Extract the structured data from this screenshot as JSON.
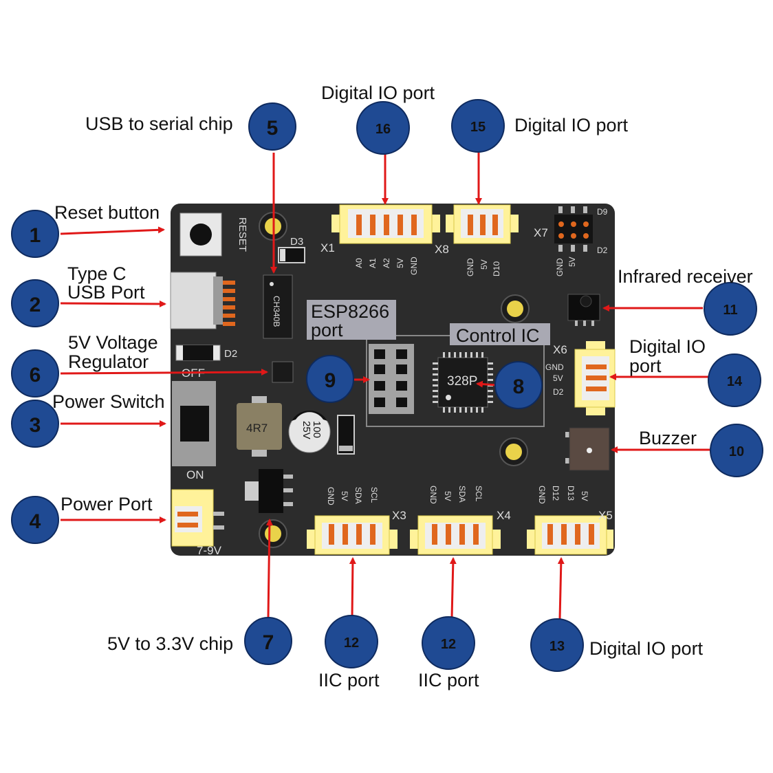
{
  "labels": {
    "reset_button": "Reset button",
    "type_c_line1": "Type C",
    "type_c_line2": "USB Port",
    "regulator_line1": "5V Voltage",
    "regulator_line2": "Regulator",
    "power_switch": "Power Switch",
    "power_port": "Power Port",
    "usb_serial": "USB to serial chip",
    "digital_io_top": "Digital IO port",
    "digital_io_15": "Digital IO port",
    "infrared": "Infrared receiver",
    "digital_io_14_line1": "Digital IO",
    "digital_io_14_line2": "port",
    "buzzer": "Buzzer",
    "chip_3v3": "5V to 3.3V chip",
    "iic_1": "IIC port",
    "iic_2": "IIC port",
    "digital_io_13": "Digital IO port",
    "esp_line1": "ESP8266",
    "esp_line2": "port",
    "control_ic": "Control IC"
  },
  "badges": {
    "b1": "1",
    "b2": "2",
    "b3": "3",
    "b4": "4",
    "b5": "5",
    "b6": "6",
    "b7": "7",
    "b8": "8",
    "b9": "9",
    "b10": "10",
    "b11": "11",
    "b12a": "12",
    "b12b": "12",
    "b13": "13",
    "b14": "14",
    "b15": "15",
    "b16": "16"
  },
  "board": {
    "reset_silk": "RESET",
    "d3": "D3",
    "d2": "D2",
    "ch340": "CH340B",
    "off": "OFF",
    "on": "ON",
    "inductor": "4R7",
    "cap_line1": "100",
    "cap_line2": "25V",
    "mcu": "328P",
    "power_range": "7-9V",
    "x1": "X1",
    "x3": "X3",
    "x4": "X4",
    "x5": "X5",
    "x6": "X6",
    "x7": "X7",
    "x8": "X8",
    "d9": "D9",
    "x7_d2": "D2",
    "x1_pins": [
      "A0",
      "A1",
      "A2",
      "5V",
      "GND"
    ],
    "x8_pins": [
      "GND",
      "5V",
      "D10"
    ],
    "x7_pins": [
      "GND",
      "5V"
    ],
    "x6_pins": [
      "GND",
      "5V",
      "D2"
    ],
    "x3_pins": [
      "GND",
      "5V",
      "SDA",
      "SCL"
    ],
    "x4_pins": [
      "GND",
      "5V",
      "SDA",
      "SCL"
    ],
    "x5_pins": [
      "GND",
      "D12",
      "D13",
      "5V"
    ]
  },
  "colors": {
    "board": "#2c2c2c",
    "badge": "#1f4a93",
    "arrow": "#e01818",
    "connector": "#fff29a",
    "pin": "#e0671e",
    "callout_box": "#a9a9b3"
  }
}
